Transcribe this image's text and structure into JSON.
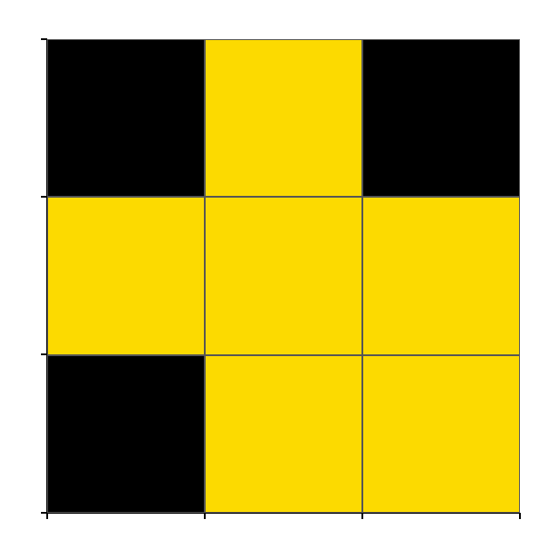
{
  "board": {
    "rows": 3,
    "cols": 3,
    "colors": {
      "filled": "#000000",
      "empty": "#FCDA00",
      "grid_line": "#555555",
      "axis": "#000000"
    },
    "cells": [
      [
        "filled",
        "empty",
        "filled"
      ],
      [
        "empty",
        "empty",
        "empty"
      ],
      [
        "filled",
        "empty",
        "empty"
      ]
    ]
  }
}
